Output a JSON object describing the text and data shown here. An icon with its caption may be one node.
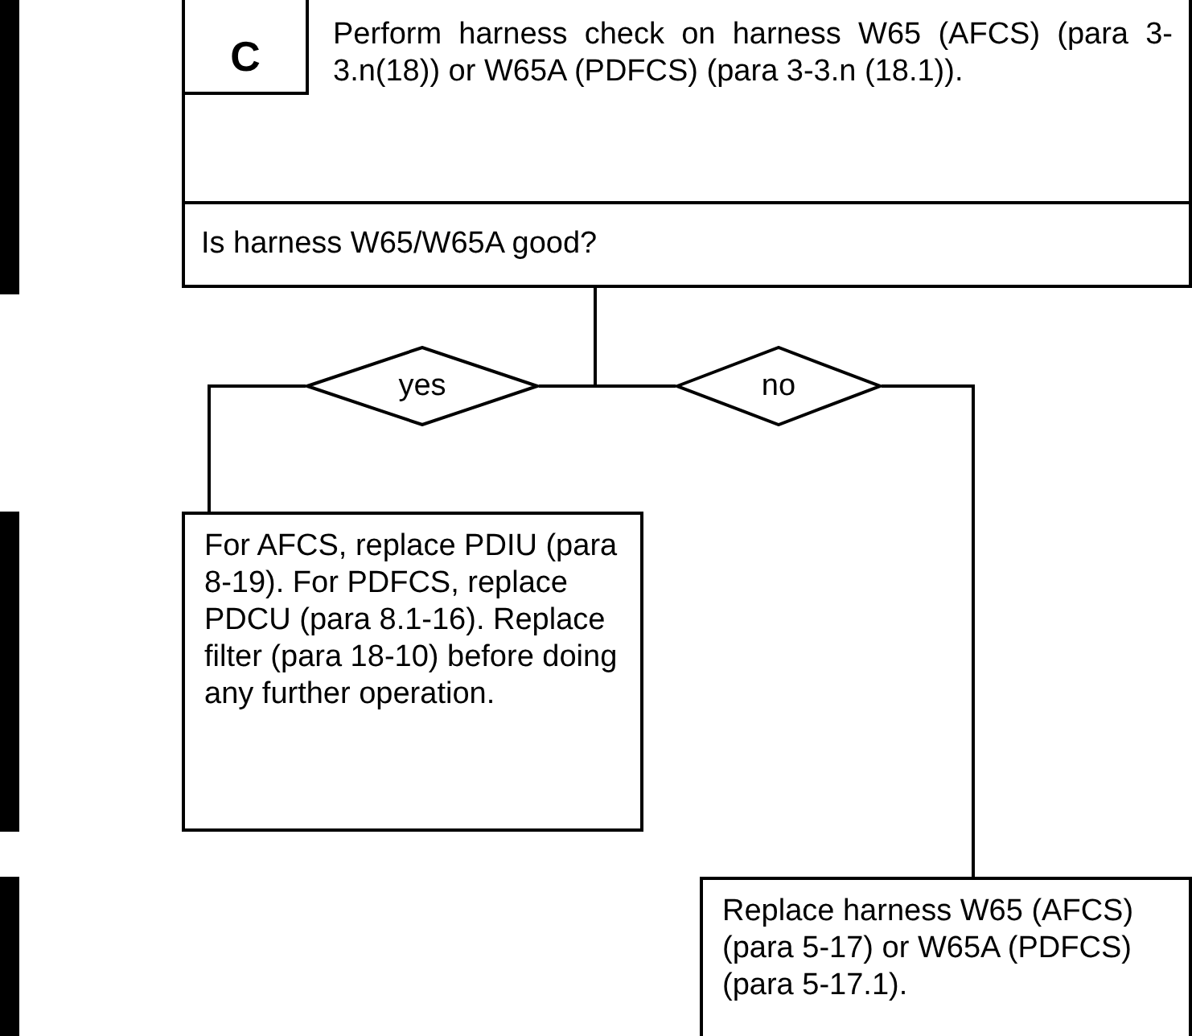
{
  "diagram": {
    "nodes": [
      {
        "text": [
          "Perform harness check on harness W65 (AFCS) (para 3-3.n(18)) or W65A (PDFCS) (para 3-3.n (18.1)).",
          "Is harness W65/W65A good?"
        ]
      },
      {
        "text": [
          "C"
        ],
        "in": 0
      },
      {
        "text": [
          "yes"
        ]
      },
      {
        "text": [
          "no"
        ]
      },
      {
        "text": [
          "For AFCS, replace PDIU (para 8-19). For PDFCS, replace PDCU (para 8.1-16). Replace filter (para 18-10) before doing any further operation."
        ]
      },
      {
        "text": [
          "Replace harness W65 (AFCS) (para 5-17) or W65A (PDFCS) (para 5-17.1)."
        ]
      }
    ],
    "edges": [
      {
        "from": 0,
        "to": 2,
        "arrow": "none"
      },
      {
        "from": 0,
        "to": 3,
        "arrow": "none"
      },
      {
        "from": 2,
        "to": 4,
        "arrow": "none"
      },
      {
        "from": 3,
        "to": 5,
        "arrow": "none"
      }
    ]
  }
}
